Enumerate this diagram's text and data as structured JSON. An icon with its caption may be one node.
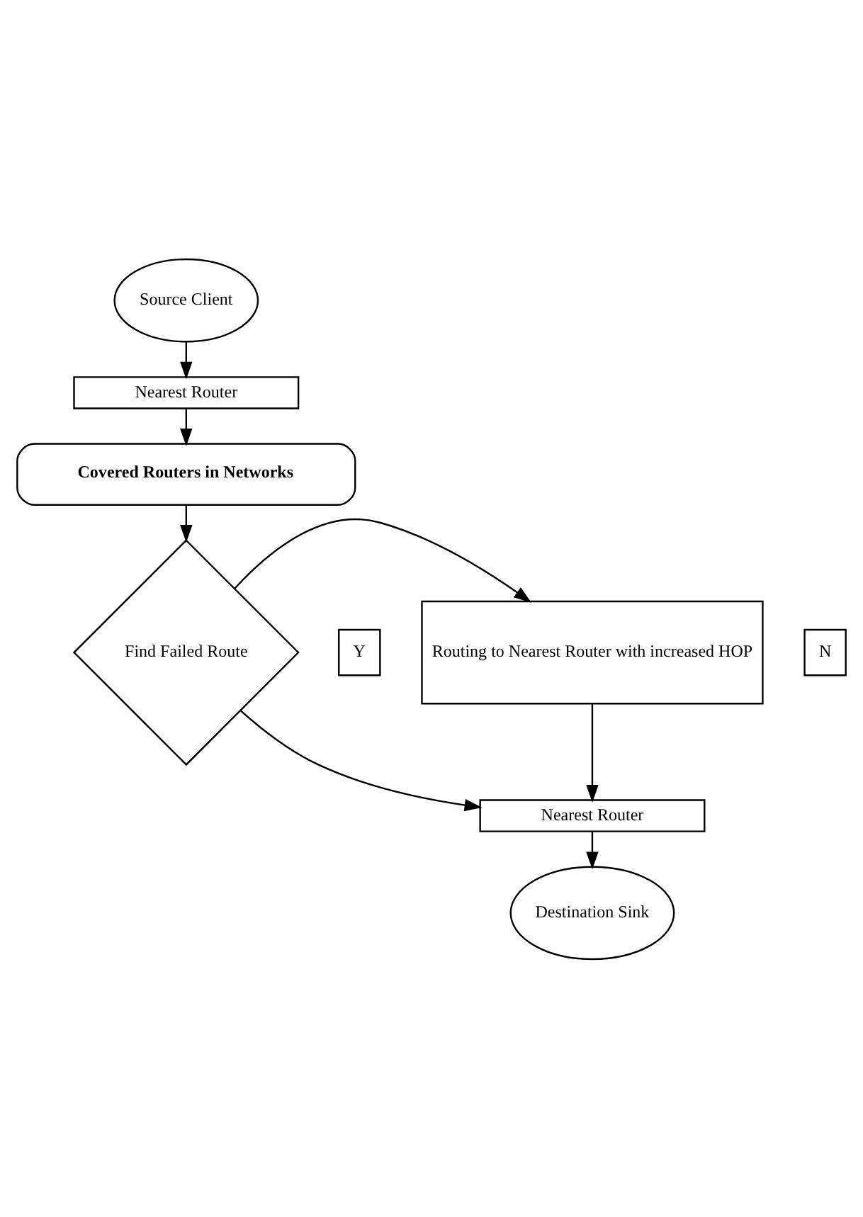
{
  "diagram": {
    "nodes": [
      {
        "text": [
          "Source Client"
        ]
      },
      {
        "text": [
          "Nearest Router"
        ]
      },
      {
        "text": [
          "Covered Routers in Networks"
        ]
      },
      {
        "text": [
          "Find Failed Route"
        ]
      },
      {
        "text": [
          "Y"
        ]
      },
      {
        "text": [
          "Routing to Nearest Router with increased HOP"
        ]
      },
      {
        "text": [
          "N"
        ]
      },
      {
        "text": [
          "Nearest Router"
        ]
      },
      {
        "text": [
          "Destination Sink"
        ]
      }
    ],
    "edges": [
      {
        "from": 0,
        "to": 1,
        "arrow": "to"
      },
      {
        "from": 1,
        "to": 2,
        "arrow": "to"
      },
      {
        "from": 2,
        "to": 3,
        "arrow": "to"
      },
      {
        "from": 3,
        "to": 5,
        "arrow": "to"
      },
      {
        "from": 3,
        "to": 7,
        "arrow": "to"
      },
      {
        "from": 5,
        "to": 7,
        "arrow": "to"
      },
      {
        "from": 7,
        "to": 8,
        "arrow": "to"
      }
    ]
  }
}
